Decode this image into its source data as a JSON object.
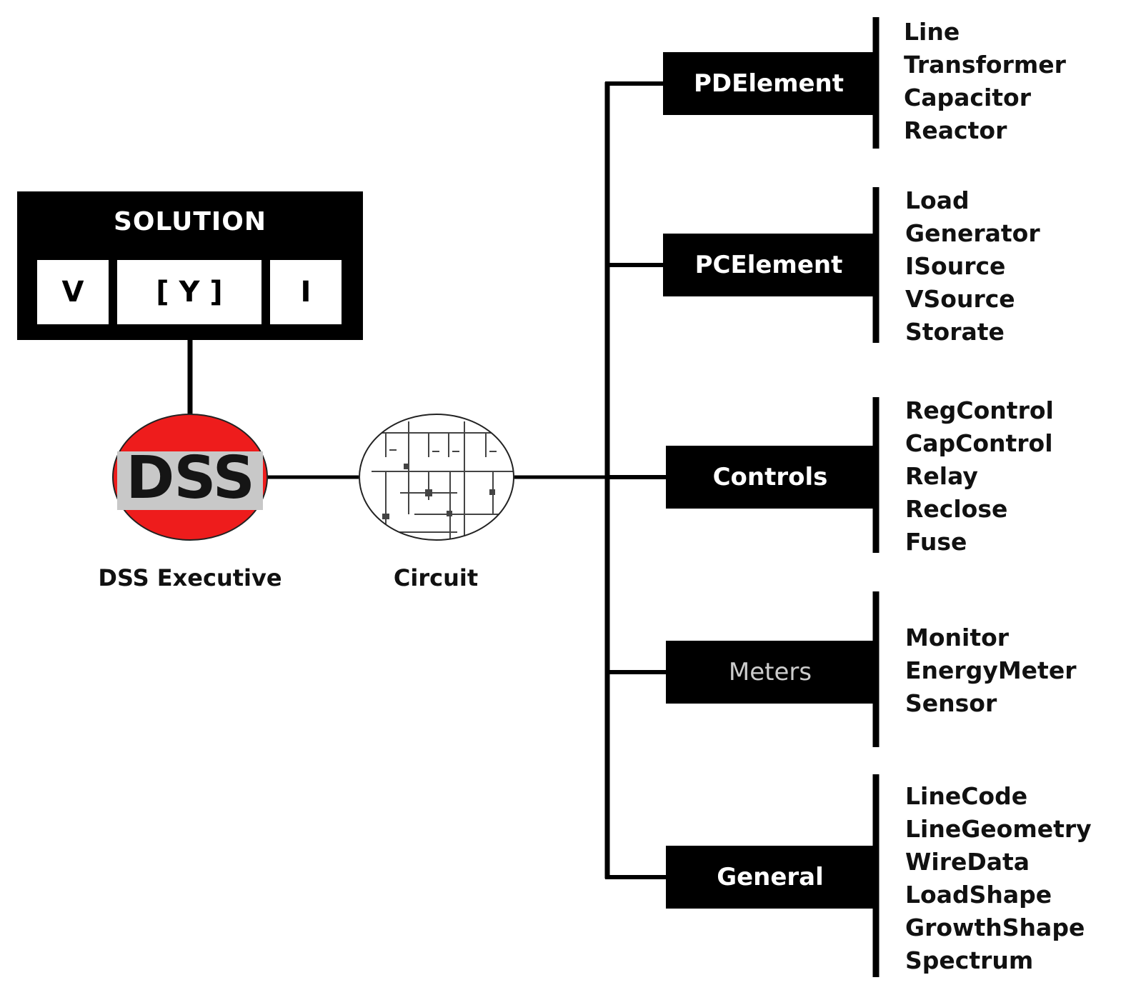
{
  "solution": {
    "title": "SOLUTION",
    "cells": [
      "V",
      "[ Y ]",
      "I"
    ]
  },
  "dss_logo": "DSS",
  "captions": {
    "executive": "DSS Executive",
    "circuit": "Circuit"
  },
  "categories": [
    {
      "label": "PDElement",
      "items": [
        "Line",
        "Transformer",
        "Capacitor",
        "Reactor"
      ]
    },
    {
      "label": "PCElement",
      "items": [
        "Load",
        "Generator",
        "ISource",
        "VSource",
        "Storate"
      ]
    },
    {
      "label": "Controls",
      "items": [
        "RegControl",
        "CapControl",
        "Relay",
        "Reclose",
        "Fuse"
      ]
    },
    {
      "label": "Meters",
      "items": [
        "Monitor",
        "EnergyMeter",
        "Sensor"
      ]
    },
    {
      "label": "General",
      "items": [
        "LineCode",
        "LineGeometry",
        "WireData",
        "LoadShape",
        "GrowthShape",
        "Spectrum"
      ]
    }
  ],
  "colors": {
    "logo_red": "#ee1c1c",
    "logo_band": "#c8c8c8",
    "box_fill": "#000000",
    "meters_text": "#cccccc"
  }
}
